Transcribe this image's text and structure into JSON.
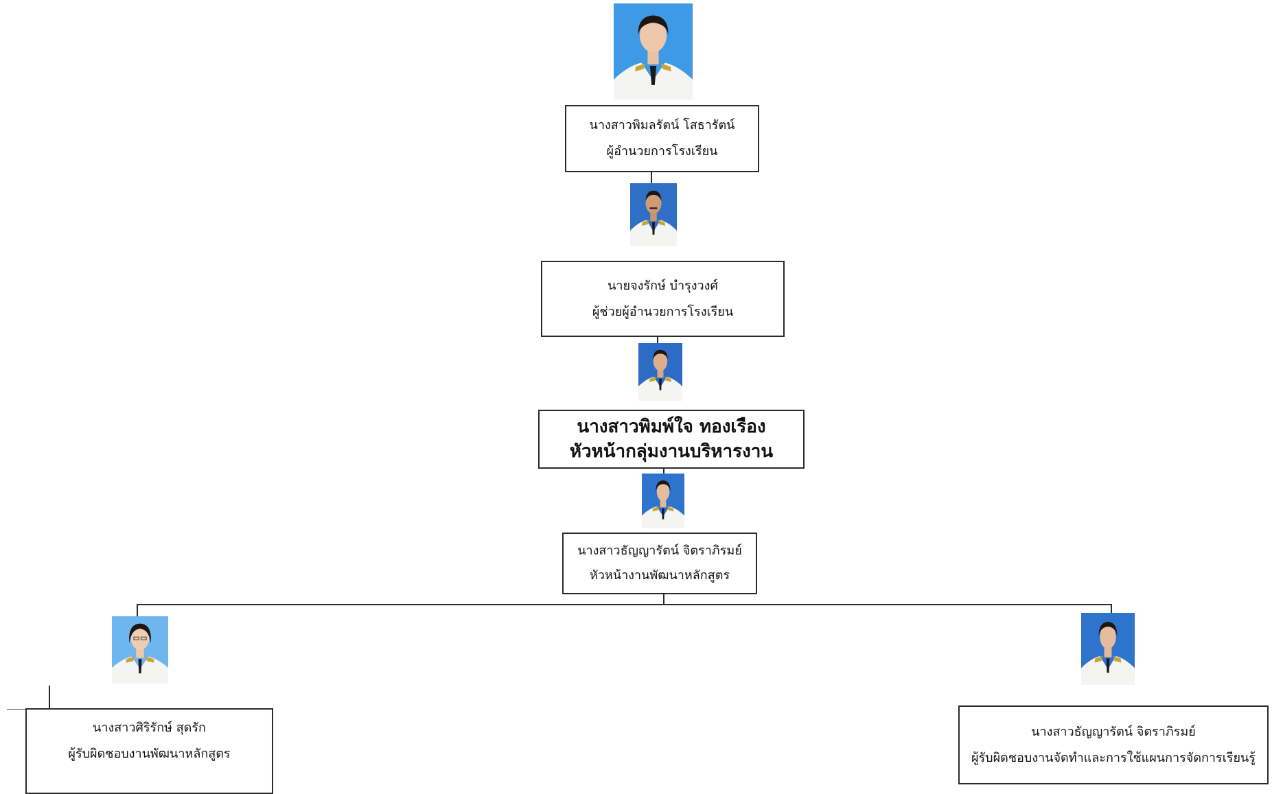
{
  "chart": {
    "nodes": [
      {
        "name": "นางสาวพิมลรัตน์ โสธารัตน์",
        "role": "ผู้อำนวยการโรงเรียน"
      },
      {
        "name": "นายจงรักษ์  บำรุงวงศ์",
        "role": "ผู้ช่วยผู้อำนวยการโรงเรียน"
      },
      {
        "name": "นางสาวพิมพ์ใจ ทองเรือง",
        "role": "หัวหน้ากลุ่มงานบริหารงาน"
      },
      {
        "name": "นางสาวธัญญารัตน์ จิตราภิรมย์",
        "role": "หัวหน้างานพัฒนาหลักสูตร"
      },
      {
        "name": "นางสาวศิริรักษ์ สุดรัก",
        "role": "ผู้รับผิดชอบงานพัฒนาหลักสูตร"
      },
      {
        "name": "นางสาวธัญญารัตน์ จิตราภิรมย์",
        "role": "ผู้รับผิดชอบงานจัดทำและการใช้แผนการจัดการเรียนรู้"
      }
    ]
  },
  "colors": {
    "photo_background": "#2f7fd6",
    "photo_background_light": "#6fb6ee",
    "uniform": "#f4f4f2",
    "border": "#2b2b2b"
  }
}
